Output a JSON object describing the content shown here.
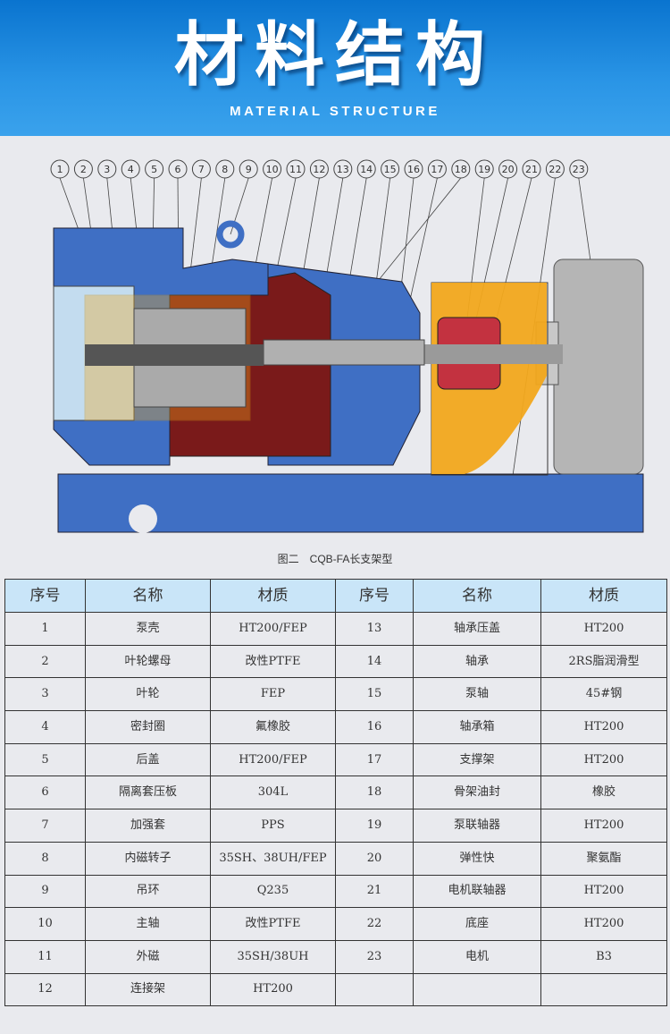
{
  "header": {
    "title": "材料结构",
    "subtitle": "MATERIAL STRUCTURE"
  },
  "diagram": {
    "callouts": [
      "1",
      "2",
      "3",
      "4",
      "5",
      "6",
      "7",
      "8",
      "9",
      "10",
      "11",
      "12",
      "13",
      "14",
      "15",
      "16",
      "17",
      "18",
      "19",
      "20",
      "21",
      "22",
      "23"
    ],
    "caption": "图二　CQB-FA长支架型",
    "colors": {
      "casing": "#3f6fc4",
      "liner": "#c3dcef",
      "bracket": "#7a1a1a",
      "coupling": "#f2a81c",
      "motor": "#b9b9b9",
      "shaft": "#555"
    }
  },
  "table": {
    "headers": [
      "序号",
      "名称",
      "材质",
      "序号",
      "名称",
      "材质"
    ],
    "rows": [
      [
        "1",
        "泵壳",
        "HT200/FEP",
        "13",
        "轴承压盖",
        "HT200"
      ],
      [
        "2",
        "叶轮螺母",
        "改性PTFE",
        "14",
        "轴承",
        "2RS脂润滑型"
      ],
      [
        "3",
        "叶轮",
        "FEP",
        "15",
        "泵轴",
        "45#钢"
      ],
      [
        "4",
        "密封圈",
        "氟橡胶",
        "16",
        "轴承箱",
        "HT200"
      ],
      [
        "5",
        "后盖",
        "HT200/FEP",
        "17",
        "支撑架",
        "HT200"
      ],
      [
        "6",
        "隔离套压板",
        "304L",
        "18",
        "骨架油封",
        "橡胶"
      ],
      [
        "7",
        "加强套",
        "PPS",
        "19",
        "泵联轴器",
        "HT200"
      ],
      [
        "8",
        "内磁转子",
        "35SH、38UH/FEP",
        "20",
        "弹性快",
        "聚氨酯"
      ],
      [
        "9",
        "吊环",
        "Q235",
        "21",
        "电机联轴器",
        "HT200"
      ],
      [
        "10",
        "主轴",
        "改性PTFE",
        "22",
        "底座",
        "HT200"
      ],
      [
        "11",
        "外磁",
        "35SH/38UH",
        "23",
        "电机",
        "B3"
      ],
      [
        "12",
        "连接架",
        "HT200",
        "",
        "",
        ""
      ]
    ]
  }
}
